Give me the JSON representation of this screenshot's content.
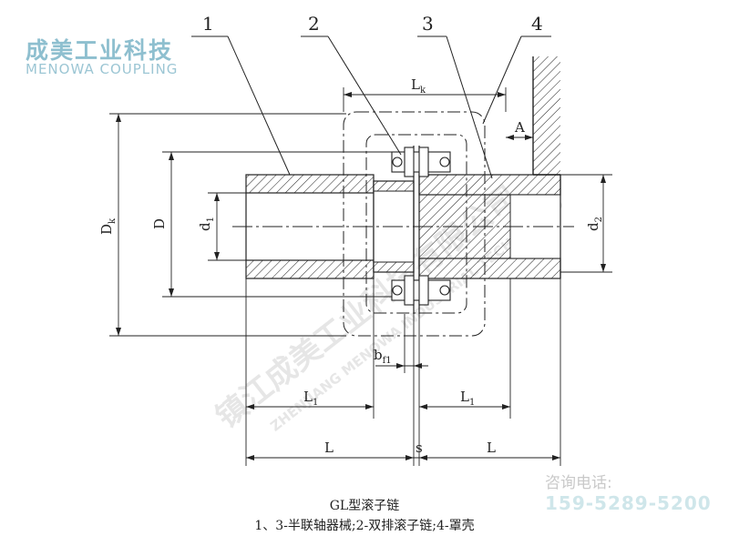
{
  "brand": {
    "name_cn": "成美工业科技",
    "name_en": "MENOWA COUPLING"
  },
  "watermark": {
    "line_cn": "镇江成美工业科技有限公司",
    "line_en": "ZHENJIANG MENOWA INDUSTRIAL TECH CO.,LTD"
  },
  "contact": {
    "label": "咨询电话:",
    "phone": "159-5289-5200"
  },
  "part_numbers": [
    "1",
    "2",
    "3",
    "4"
  ],
  "dimension_labels": {
    "Lk": "L",
    "Lk_sub": "k",
    "A": "A",
    "Dk": "D",
    "Dk_sub": "k",
    "D": "D",
    "d1": "d",
    "d1_sub": "1",
    "d2": "d",
    "d2_sub": "2",
    "bf1": "b",
    "bf1_sub": "f1",
    "L1_left": "L",
    "L1_left_sub": "1",
    "L1_right": "L",
    "L1_right_sub": "1",
    "L_left": "L",
    "s": "s",
    "L_right": "L"
  },
  "caption": {
    "title": "GL型滚子链",
    "legend": "1、3-半联轴器械;2-双排滚子链;4-罩壳"
  },
  "colors": {
    "line": "#222222",
    "brand": "#8ebfcf",
    "watermark": "#c8c8c8"
  }
}
